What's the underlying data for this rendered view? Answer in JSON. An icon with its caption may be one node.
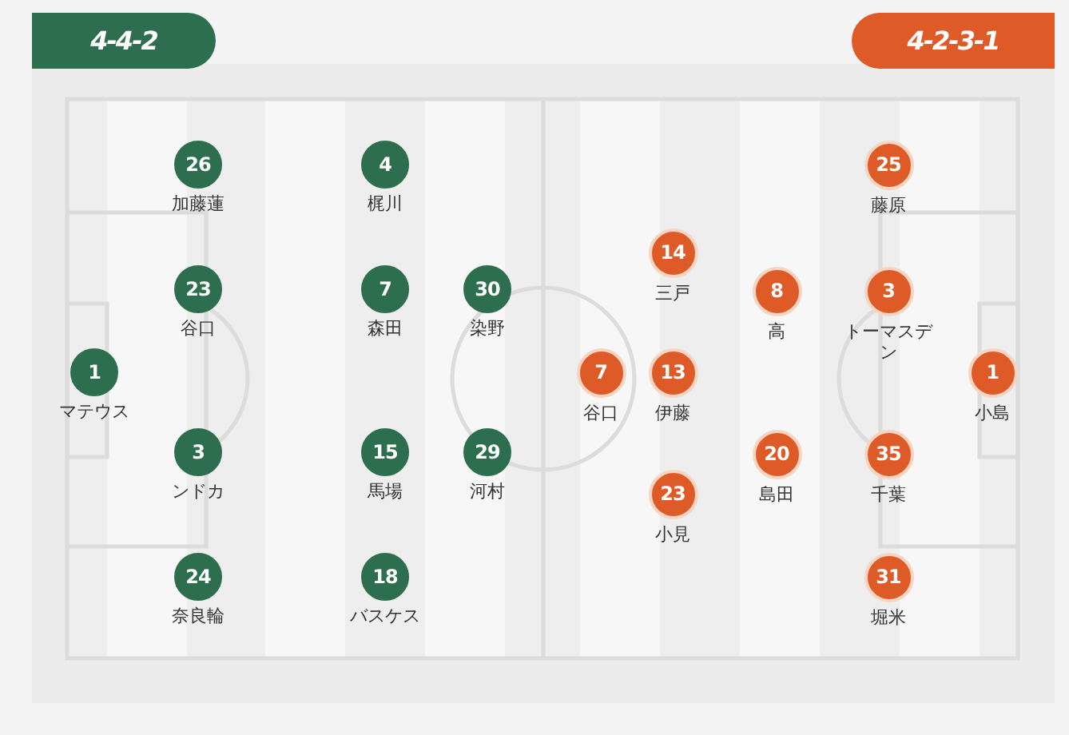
{
  "diagram": {
    "nodes": [
      {
        "text": [
          "4-4-2"
        ]
      },
      {
        "text": [
          "4-2-3-1"
        ]
      },
      {
        "text": [
          "1"
        ],
        "beside": [
          "マテウス"
        ]
      },
      {
        "text": [
          "26"
        ],
        "beside": [
          "加藤蓮"
        ]
      },
      {
        "text": [
          "23"
        ],
        "beside": [
          "谷口"
        ]
      },
      {
        "text": [
          "3"
        ],
        "beside": [
          "ンドカ"
        ]
      },
      {
        "text": [
          "24"
        ],
        "beside": [
          "奈良輪"
        ]
      },
      {
        "text": [
          "4"
        ],
        "beside": [
          "梶川"
        ]
      },
      {
        "text": [
          "7"
        ],
        "beside": [
          "森田"
        ]
      },
      {
        "text": [
          "15"
        ],
        "beside": [
          "馬場"
        ]
      },
      {
        "text": [
          "18"
        ],
        "beside": [
          "バスケス"
        ]
      },
      {
        "text": [
          "30"
        ],
        "beside": [
          "染野"
        ]
      },
      {
        "text": [
          "29"
        ],
        "beside": [
          "河村"
        ]
      },
      {
        "text": [
          "7"
        ],
        "beside": [
          "谷口"
        ]
      },
      {
        "text": [
          "14"
        ],
        "beside": [
          "三戸"
        ]
      },
      {
        "text": [
          "13"
        ],
        "beside": [
          "伊藤"
        ]
      },
      {
        "text": [
          "23"
        ],
        "beside": [
          "小見"
        ]
      },
      {
        "text": [
          "8"
        ],
        "beside": [
          "高"
        ]
      },
      {
        "text": [
          "20"
        ],
        "beside": [
          "島田"
        ]
      },
      {
        "text": [
          "25"
        ],
        "beside": [
          "藤原"
        ]
      },
      {
        "text": [
          "3"
        ],
        "beside": [
          "トーマスデン"
        ]
      },
      {
        "text": [
          "35"
        ],
        "beside": [
          "千葉"
        ]
      },
      {
        "text": [
          "31"
        ],
        "beside": [
          "堀米"
        ]
      },
      {
        "text": [
          "1"
        ],
        "beside": [
          "小島"
        ]
      }
    ]
  }
}
